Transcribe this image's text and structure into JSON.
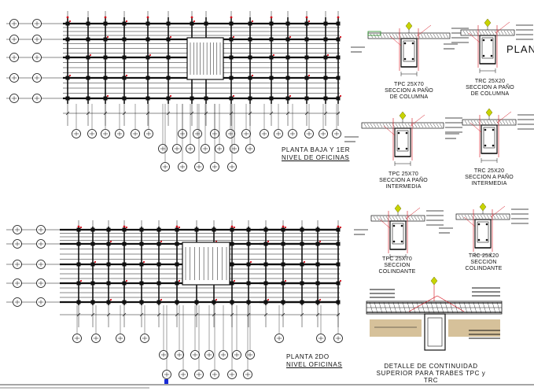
{
  "drawing": {
    "plan1_title_line1": "PLANTA BAJA Y 1ER",
    "plan1_title_line2": "NIVEL DE OFICINAS",
    "plan2_title_line1": "PLANTA 2DO",
    "plan2_title_line2": "NIVEL OFICINAS",
    "continuity_line1": "DETALLE DE CONTINUIDAD",
    "continuity_line2": "SUPERIOR PARA TRABES TPC y TRC",
    "corner_text": "PLANO"
  },
  "sections": [
    {
      "code": "TPC 25X70",
      "line2": "SECCION A PAÑO",
      "line3": "DE COLUMNA"
    },
    {
      "code": "TRC 25X20",
      "line2": "SECCION A PAÑO",
      "line3": "DE COLUMNA"
    },
    {
      "code": "TPC 25X70",
      "line2": "SECCION A PAÑO",
      "line3": "INTERMEDIA"
    },
    {
      "code": "TRC 25X20",
      "line2": "SECCION A PAÑO",
      "line3": "INTERMEDIA"
    },
    {
      "code": "TPC 25X70",
      "line2": "SECCION",
      "line3": "COLINDANTE"
    },
    {
      "code": "TRC 25X20",
      "line2": "SECCION",
      "line3": "COLINDANTE"
    }
  ],
  "colors": {
    "line": "#111111",
    "annotation": "#d4101c",
    "marker": "#c8d400",
    "ground": "#d6c19a"
  }
}
